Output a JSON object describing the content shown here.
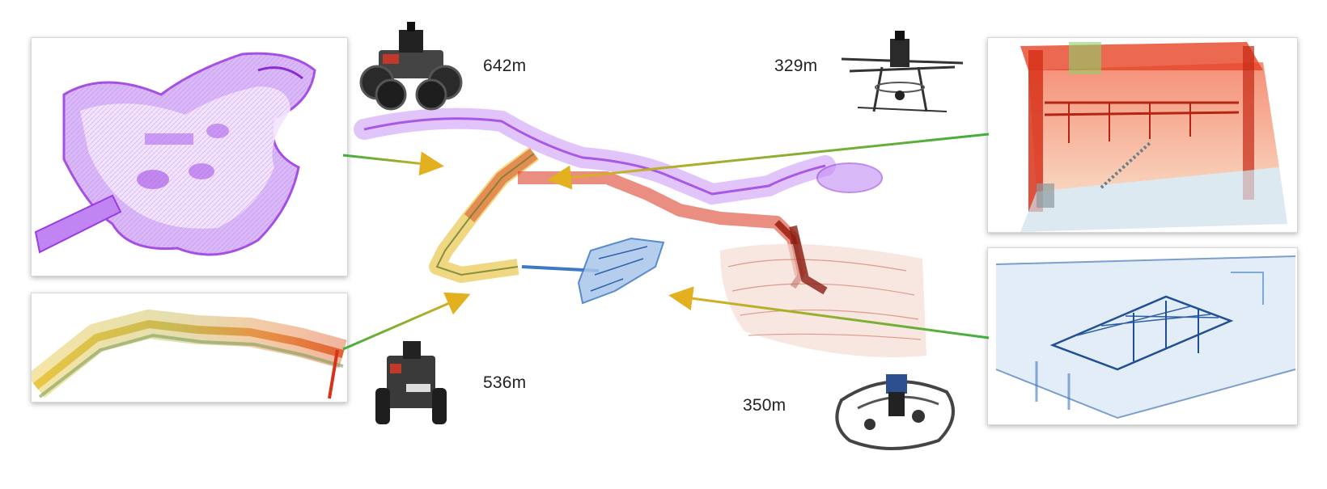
{
  "robots": [
    {
      "name": "ground-robot-top",
      "distance": "642m"
    },
    {
      "name": "drone",
      "distance": "329m"
    },
    {
      "name": "ground-robot-bottom",
      "distance": "536m"
    },
    {
      "name": "handheld-rig",
      "distance": "350m"
    }
  ],
  "colors": {
    "purple": "#a24ce6",
    "red": "#d8321a",
    "yellow": "#e3b81e",
    "blue": "#3d78c4",
    "arrow_green": "#3fae3f",
    "arrow_yellow": "#e3b020"
  }
}
